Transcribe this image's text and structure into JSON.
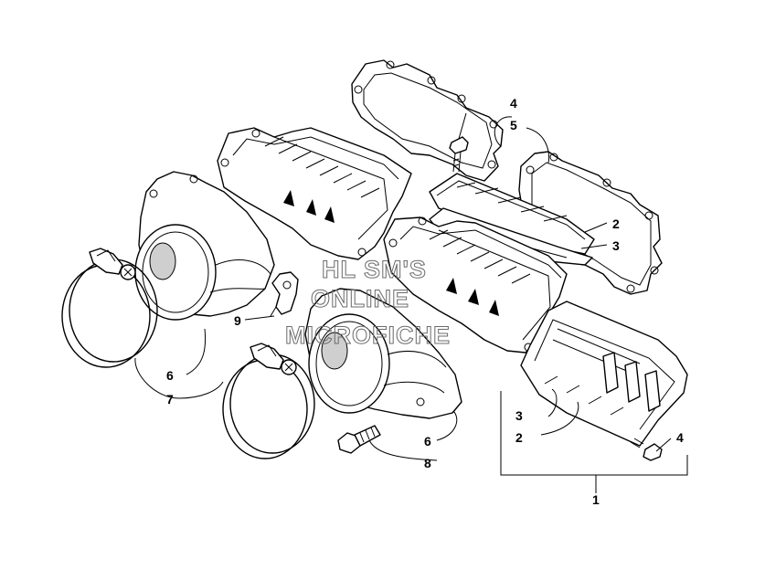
{
  "watermark": {
    "line1": "HL SM'S",
    "line2": "ONLINE",
    "line3": "MICROFICHE"
  },
  "callouts": {
    "c1": "1",
    "c2a": "2",
    "c2b": "2",
    "c3a": "3",
    "c3b": "3",
    "c4a": "4",
    "c4b": "4",
    "c5": "5",
    "c6a": "6",
    "c6b": "6",
    "c7": "7",
    "c8": "8",
    "c9": "9"
  },
  "colors": {
    "line": "#000000",
    "background": "#ffffff",
    "watermark": "#6b6b6b"
  }
}
